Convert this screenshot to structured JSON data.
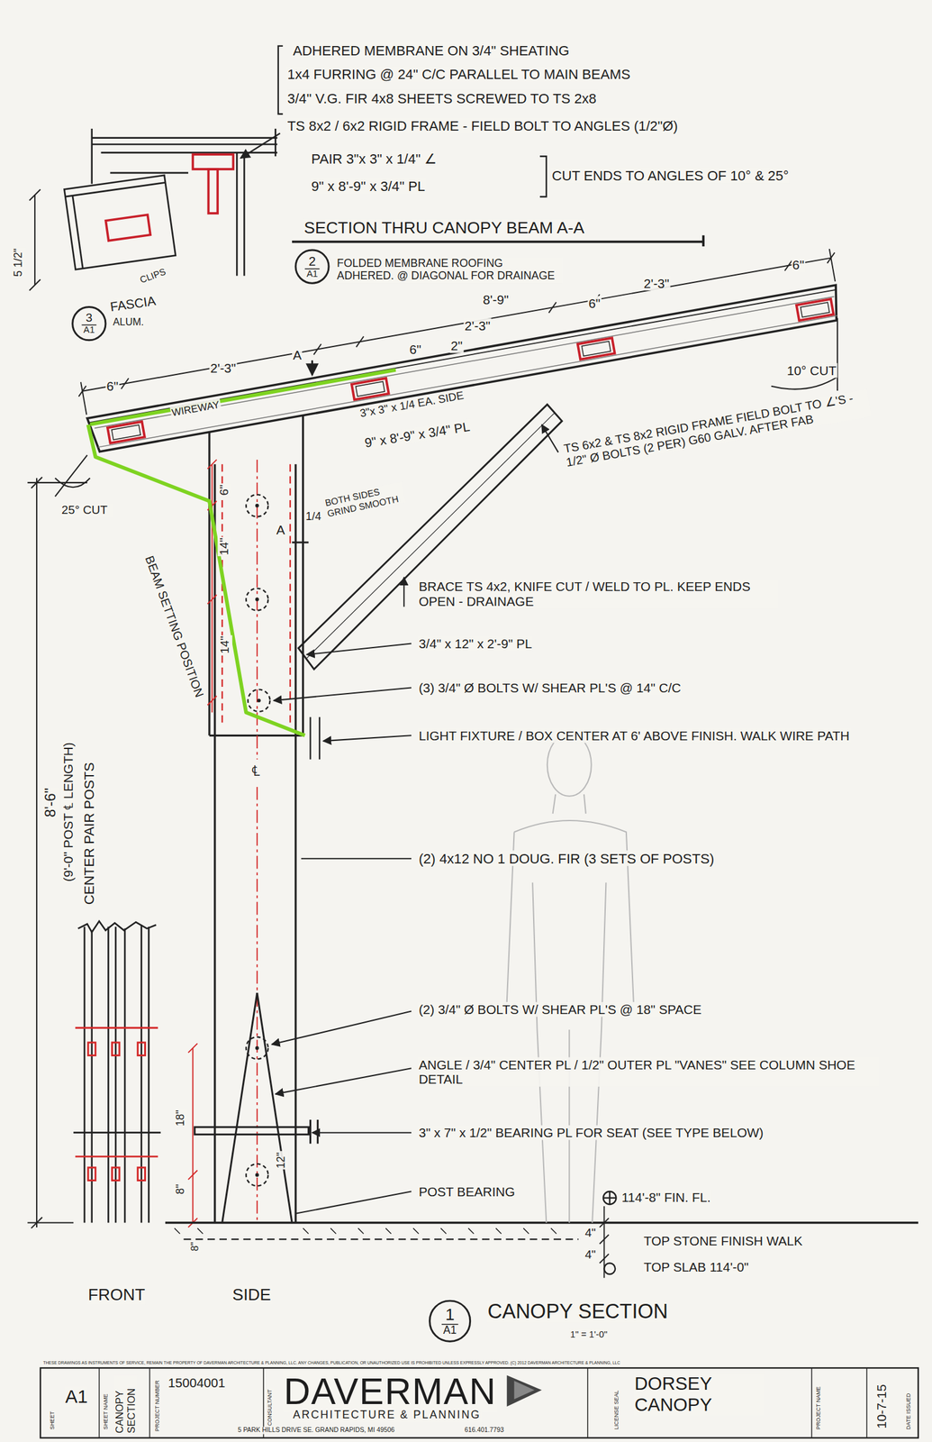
{
  "diagram": {
    "nodes": [
      {
        "text": [
          "2",
          "A1"
        ]
      },
      {
        "text": [
          "3",
          "A1"
        ]
      },
      {
        "text": [
          "1",
          "A1"
        ]
      }
    ],
    "labels": [
      "ADHERED MEMBRANE ON 3/4\" SHEATING",
      "1x4 FURRING @ 24\" C/C PARALLEL TO MAIN BEAMS",
      "3/4\" V.G. FIR 4x8 SHEETS SCREWED TO TS 2x8",
      "TS 8x2 / 6x2 RIGID FRAME - FIELD BOLT TO ANGLES (1/2\"Ø)",
      "PAIR 3\"x 3\" x 1/4\" ∠",
      "9\" x 8'-9\" x 3/4\" PL",
      "CUT ENDS TO ANGLES OF 10° & 25°",
      "SECTION THRU CANOPY BEAM A-A",
      "FOLDED MEMBRANE ROOFING ADHERED. @ DIAGONAL FOR DRAINAGE",
      "8'-9\"",
      "2'-3\"",
      "6\"",
      "6\"",
      "2'-3\"",
      "6\"",
      "2\"",
      "2'-3\"",
      "6\"",
      "A",
      "WIREWAY",
      "3\"x 3\" x 1/4 EA. SIDE",
      "9\" x 8'-9\" x 3/4\" PL",
      "10° CUT",
      "TS 6x2 & TS 8x2 RIGID FRAME FIELD BOLT TO ∠'S - 1/2\" Ø BOLTS (2 PER) G60 GALV. AFTER FAB",
      "25° CUT",
      "6\"",
      "14\"",
      "14\"",
      "1/4",
      "BOTH SIDES GRIND SMOOTH",
      "A",
      "BEAM SETTING POSITION",
      "BRACE TS 4x2, KNIFE CUT / WELD TO PL. KEEP ENDS OPEN - DRAINAGE",
      "3/4\" x 12\" x 2'-9\" PL",
      "(3) 3/4\" Ø BOLTS W/ SHEAR PL'S @ 14\" C/C",
      "LIGHT FIXTURE / BOX CENTER AT 6' ABOVE FINISH. WALK WIRE PATH",
      "℄",
      "(2) 4x12 NO 1 DOUG. FIR (3 SETS OF POSTS)",
      "8'-6\"",
      "(9'-0\" POST ℄ LENGTH)",
      "CENTER PAIR POSTS",
      "(2) 3/4\" Ø BOLTS W/ SHEAR PL'S @ 18\" SPACE",
      "ANGLE / 3/4\" CENTER PL / 1/2\" OUTER PL \"VANES\" SEE COLUMN SHOE DETAIL",
      "3\" x 7\" x 1/2\" BEARING PL FOR SEAT (SEE TYPE BELOW)",
      "18\"",
      "8\"",
      "12\"",
      "POST BEARING",
      "114'-8\" FIN. FL.",
      "4\"",
      "TOP STONE FINISH WALK",
      "4\"",
      "TOP SLAB 114'-0\"",
      "8\"",
      "FRONT",
      "SIDE",
      "CANOPY SECTION",
      "1\" = 1'-0\"",
      "FASCIA",
      "ALUM.",
      "CLIPS",
      "5 1/2\"",
      "THESE DRAWINGS AS INSTRUMENTS OF SERVICE, REMAIN THE PROPERTY OF DAVERMAN ARCHITECTURE & PLANNING, LLC. ANY CHANGES, PUBLICATION, OR UNAUTHORIZED USE IS PROHIBITED UNLESS EXPRESSLY APPROVED. (C) 2012 DAVERMAN ARCHITECTURE & PLANNING, LLC",
      "SHEET",
      "A1",
      "SHEET NAME",
      "CANOPY SECTION",
      "PROJECT NUMBER",
      "15004001",
      "CONSULTANT",
      "DAVERMAN",
      "ARCHITECTURE & PLANNING",
      "5 PARK HILLS DRIVE SE. GRAND RAPIDS, MI 49506",
      "616.401.7793",
      "LICENSE SEAL",
      "DORSEY CANOPY",
      "PROJECT NAME",
      "DATE ISSUED",
      "10-7-15"
    ]
  }
}
